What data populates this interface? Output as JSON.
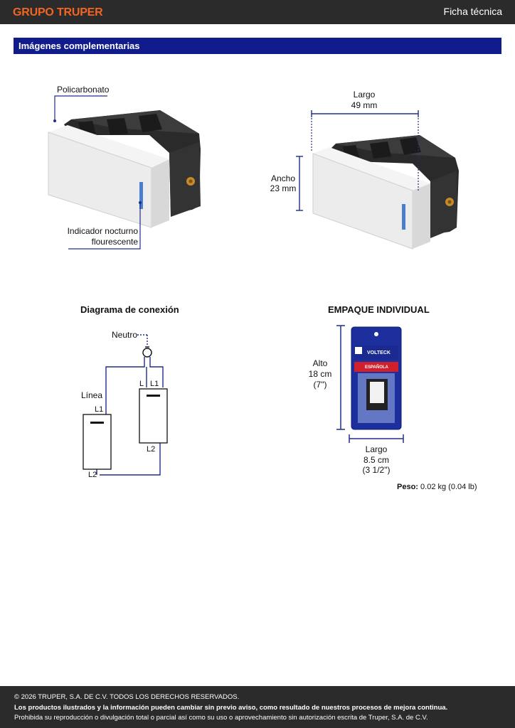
{
  "header": {
    "brand": "GRUPO TRUPER",
    "doc_type": "Ficha técnica"
  },
  "section": {
    "title": "Imágenes complementarias"
  },
  "product_left": {
    "material_label": "Policarbonato",
    "indicator_line1": "Indicador nocturno",
    "indicator_line2": "flourescente"
  },
  "product_right": {
    "length_label": "Largo",
    "length_value": "49 mm",
    "width_label": "Ancho",
    "width_value": "23 mm"
  },
  "diagram": {
    "title": "Diagrama de conexión",
    "neutral": "Neutro",
    "line": "Línea",
    "l1_left": "L1",
    "l_right": "L",
    "l1_right": "L1",
    "l2_right": "L2",
    "l2_bottom": "L2"
  },
  "package": {
    "title": "EMPAQUE INDIVIDUAL",
    "height_label": "Alto",
    "height_cm": "18 cm",
    "height_in": "(7\")",
    "length_label": "Largo",
    "length_cm": "8.5 cm",
    "length_in": "(3 1/2\")",
    "weight_label": "Peso:",
    "weight_value": "0.02 kg (0.04 lb)",
    "bag_brand": "VOLTECK",
    "bag_band": "ESPAÑOLA"
  },
  "footer": {
    "copyright": "© 2026 TRUPER, S.A. DE C.V. TODOS LOS DERECHOS RESERVADOS.",
    "notice": "Los productos ilustrados y la información pueden cambiar sin previo aviso, como resultado de nuestros procesos de mejora continua.",
    "rights": "Prohibida su reproducción o divulgación total o parcial así como su uso o aprovechamiento sin autorización escrita de Truper, S.A. de C.V."
  },
  "colors": {
    "brand_orange": "#f26522",
    "section_blue": "#101c8c",
    "dim_line_blue": "#1f2d8a",
    "dark_bar": "#2b2b2b"
  }
}
